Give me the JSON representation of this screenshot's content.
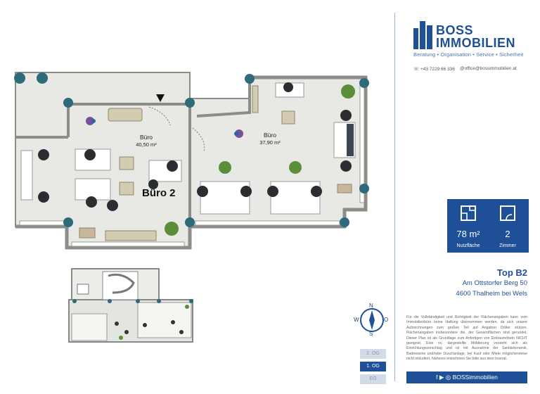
{
  "brand": {
    "name_line1": "BOSS",
    "name_line2": "IMMOBILIEN",
    "tagline": "Beratung • Organisation • Service • Sicherheit",
    "phone": "+43 7229 66 336",
    "email": "office@bossimmobilien.at",
    "color": "#1f4f96"
  },
  "plan": {
    "rooms": [
      {
        "label": "Büro",
        "area": "40,50 m²"
      },
      {
        "label": "Büro",
        "area": "37,90 m²"
      }
    ],
    "unit_label": "Büro 2"
  },
  "compass": {
    "n": "N",
    "o": "O",
    "s": "S",
    "w": "W"
  },
  "floors": [
    "2. OG",
    "1. OG",
    "EG"
  ],
  "active_floor": "1. OG",
  "stats": [
    {
      "value": "78 m²",
      "label": "Nutzfläche",
      "icon": "floorplan-icon"
    },
    {
      "value": "2",
      "label": "Zimmer",
      "icon": "room-door-icon"
    }
  ],
  "listing": {
    "title": "Top B2",
    "street": "Am Ottstorfer Berg 50",
    "city": "4600 Thalheim bei Wels"
  },
  "disclaimer": "Für die Vollständigkeit und Richtigkeit der Flächenangaben kann vom Immobilienbüro keine Haftung übernommen werden, da sich unsere Aufzeichnungen zum großen Teil auf Angaben Dritter stützen. Flächenangaben insbesondere die, der Gesamtflächen sind gerundet. Dieser Plan ist als Grundlage zum Anfertigen von Einbaumöbeln NICHT geeignet. Eine ev. dargestellte Möblierung versteht sich als Einrichtungsvorschlag und ist mit Ausnahme der Sanitärkeramik, Badewanne und/oder Duschanlage, bei Kauf oder Miete möglicherweise nicht inkludiert. Näheres entnehmen Sie bitte aus dem Inserat.",
  "social": {
    "handle": "BOSSimmobilien"
  }
}
